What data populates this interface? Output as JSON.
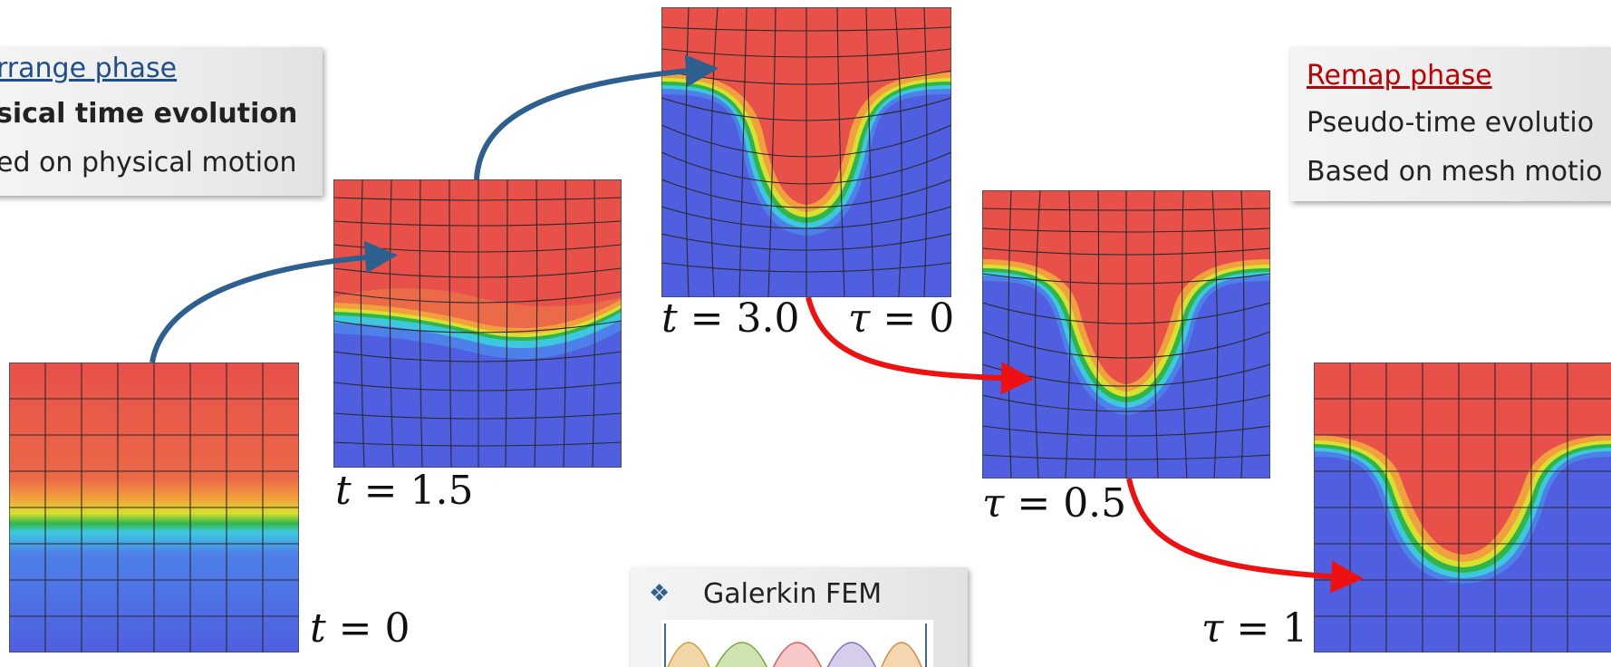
{
  "lagrange_box": {
    "title": "rrange phase",
    "line1": "sical time evolution",
    "line2": "ed on physical motion"
  },
  "remap_box": {
    "title": "Remap phase",
    "line1": "Pseudo-time evolutio",
    "line2": "Based on mesh motio"
  },
  "fem_box": {
    "bullet": "❖",
    "title": "Galerkin FEM"
  },
  "labels": {
    "t0": {
      "var": "t",
      "eq": " = ",
      "val": "0"
    },
    "t15": {
      "var": "t",
      "eq": " = ",
      "val": "1.5"
    },
    "t30": {
      "var": "t",
      "eq": " = ",
      "val": "3.0"
    },
    "tau0": {
      "var": "τ",
      "eq": " = ",
      "val": "0"
    },
    "tau05": {
      "var": "τ",
      "eq": " = ",
      "val": "0.5"
    },
    "tau1": {
      "var": "τ",
      "eq": " = ",
      "val": "1"
    }
  },
  "colors": {
    "lagrange_title": "#1f4e8c",
    "remap_title": "#c00000",
    "blue_arrow": "#2d5f8f",
    "red_arrow": "#ee1111",
    "fluid_red": "#e8504a",
    "fluid_blue": "#4f5fe0"
  }
}
